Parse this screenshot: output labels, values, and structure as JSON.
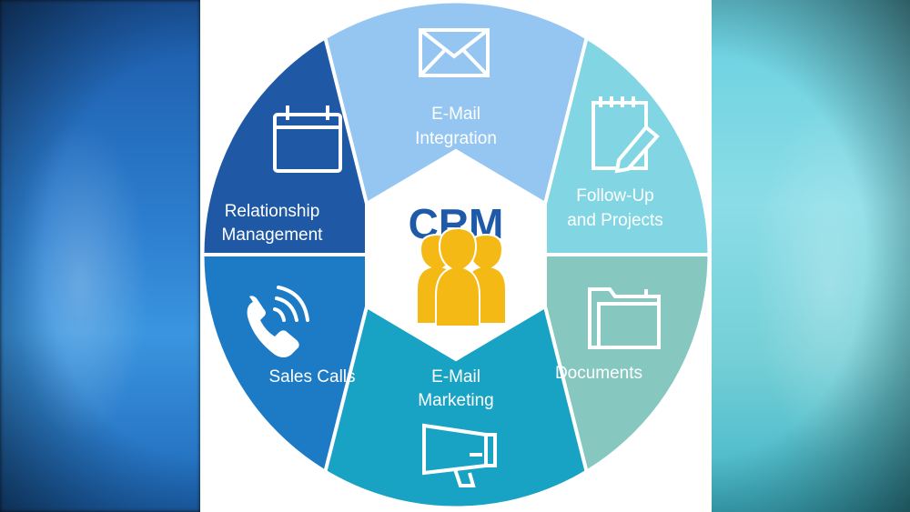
{
  "diagram": {
    "center": {
      "title": "CRM",
      "icon": "people-group-icon",
      "icon_color": "#f5b915"
    },
    "segments": [
      {
        "id": "email-integration",
        "label_lines": [
          "E-Mail",
          "Integration"
        ],
        "icon": "envelope-icon",
        "color": "#94c6f1"
      },
      {
        "id": "follow-up",
        "label_lines": [
          "Follow-Up",
          "and Projects"
        ],
        "icon": "notepad-pencil-icon",
        "color": "#82d6e3"
      },
      {
        "id": "documents",
        "label_lines": [
          "Documents"
        ],
        "icon": "folder-icon",
        "color": "#86c8c0"
      },
      {
        "id": "email-marketing",
        "label_lines": [
          "E-Mail",
          "Marketing"
        ],
        "icon": "megaphone-icon",
        "color": "#18a3c4"
      },
      {
        "id": "sales-calls",
        "label_lines": [
          "Sales Calls"
        ],
        "icon": "phone-icon",
        "color": "#1d7bc6"
      },
      {
        "id": "relationship",
        "label_lines": [
          "Relationship",
          "Management"
        ],
        "icon": "calendar-icon",
        "color": "#1f58a4"
      }
    ],
    "colors": {
      "background_left": "#2d7fd0",
      "background_right": "#8bdde7",
      "title": "#1e5aa8"
    }
  }
}
